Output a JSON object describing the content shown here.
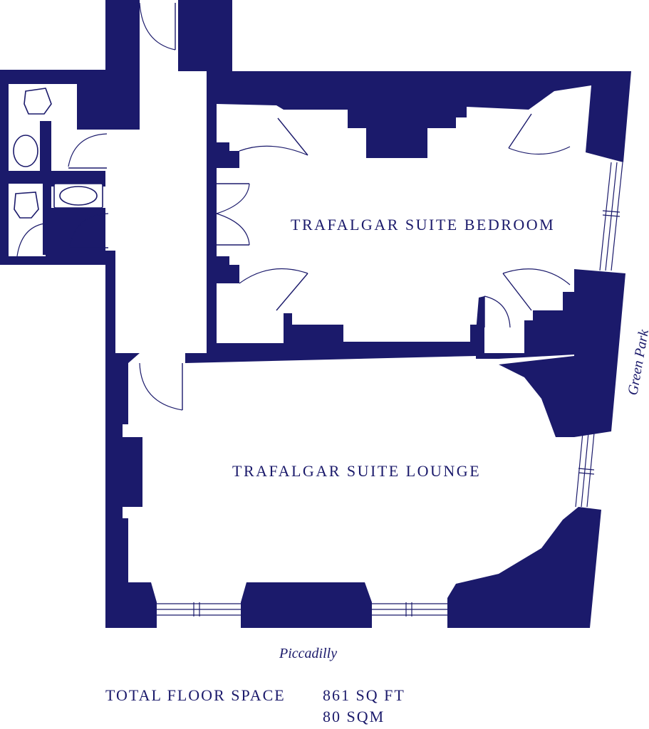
{
  "rooms": {
    "bedroom": "TRAFALGAR SUITE BEDROOM",
    "lounge": "TRAFALGAR SUITE LOUNGE"
  },
  "streets": {
    "east": "Green Park",
    "south": "Piccadilly"
  },
  "summary": {
    "label": "TOTAL FLOOR SPACE",
    "area_sqft": "861 SQ FT",
    "area_sqm": "80 SQM"
  },
  "colors": {
    "wall": "#1b1a6b",
    "background": "#ffffff"
  }
}
